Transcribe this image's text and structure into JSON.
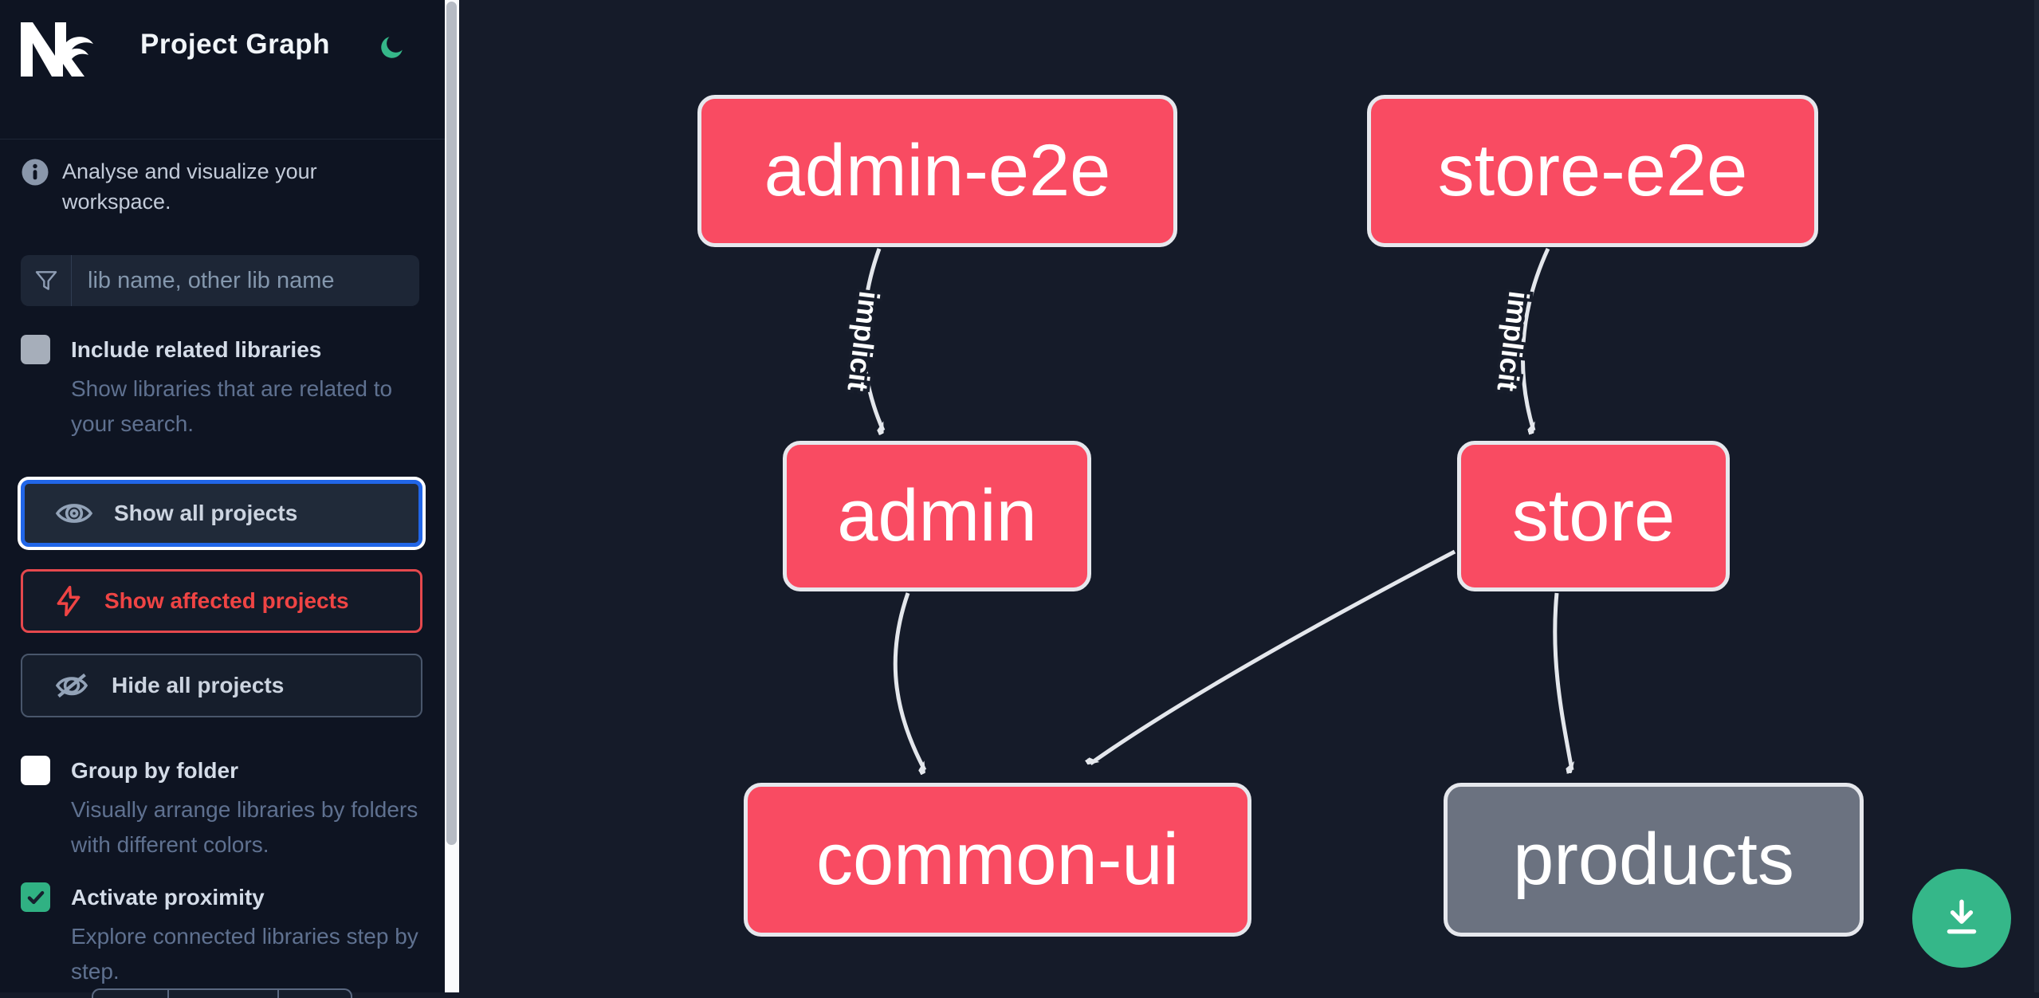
{
  "app": {
    "title": "Project Graph"
  },
  "header": {
    "logo": "nx-logo",
    "theme_icon": "moon-icon"
  },
  "sidebar": {
    "info_text": "Analyse and visualize your workspace.",
    "search": {
      "icon": "funnel-icon",
      "placeholder": "lib name, other lib name",
      "value": ""
    },
    "toggles": [
      {
        "label": "Include related libraries",
        "description": "Show libraries that are related to your search.",
        "checked": false,
        "disabled": true
      },
      {
        "label": "Group by folder",
        "description": "Visually arrange libraries by folders with different colors.",
        "checked": false,
        "disabled": false
      },
      {
        "label": "Activate proximity",
        "description": "Explore connected libraries step by step.",
        "checked": true,
        "disabled": false
      }
    ],
    "buttons": [
      {
        "label": "Show all projects",
        "icon": "eye-icon",
        "state": "focused"
      },
      {
        "label": "Show affected projects",
        "icon": "bolt-icon",
        "state": "affected"
      },
      {
        "label": "Hide all projects",
        "icon": "eye-off-icon",
        "state": "default"
      }
    ],
    "bottom_partial_control": {
      "segments": 3
    }
  },
  "graph": {
    "nodes": [
      {
        "id": "admin-e2e",
        "label": "admin-e2e",
        "color": "pink"
      },
      {
        "id": "store-e2e",
        "label": "store-e2e",
        "color": "pink"
      },
      {
        "id": "admin",
        "label": "admin",
        "color": "pink"
      },
      {
        "id": "store",
        "label": "store",
        "color": "pink"
      },
      {
        "id": "common-ui",
        "label": "common-ui",
        "color": "pink"
      },
      {
        "id": "products",
        "label": "products",
        "color": "gray"
      }
    ],
    "edges": [
      {
        "from": "admin-e2e",
        "to": "admin",
        "label": "implicit"
      },
      {
        "from": "store-e2e",
        "to": "store",
        "label": "implicit"
      },
      {
        "from": "admin",
        "to": "common-ui",
        "label": ""
      },
      {
        "from": "store",
        "to": "common-ui",
        "label": ""
      },
      {
        "from": "store",
        "to": "products",
        "label": ""
      }
    ]
  },
  "fab": {
    "icon": "download-icon"
  },
  "colors": {
    "sidebar_bg": "#0e1422",
    "canvas_bg": "#151b29",
    "accent_green": "#35b789",
    "focus_blue": "#2166e8",
    "affected_red": "#ef4444",
    "node_pink": "#f94b62",
    "node_gray": "#6b7280",
    "node_border": "#e6e8ed",
    "edge_color": "#e4e7ec"
  }
}
